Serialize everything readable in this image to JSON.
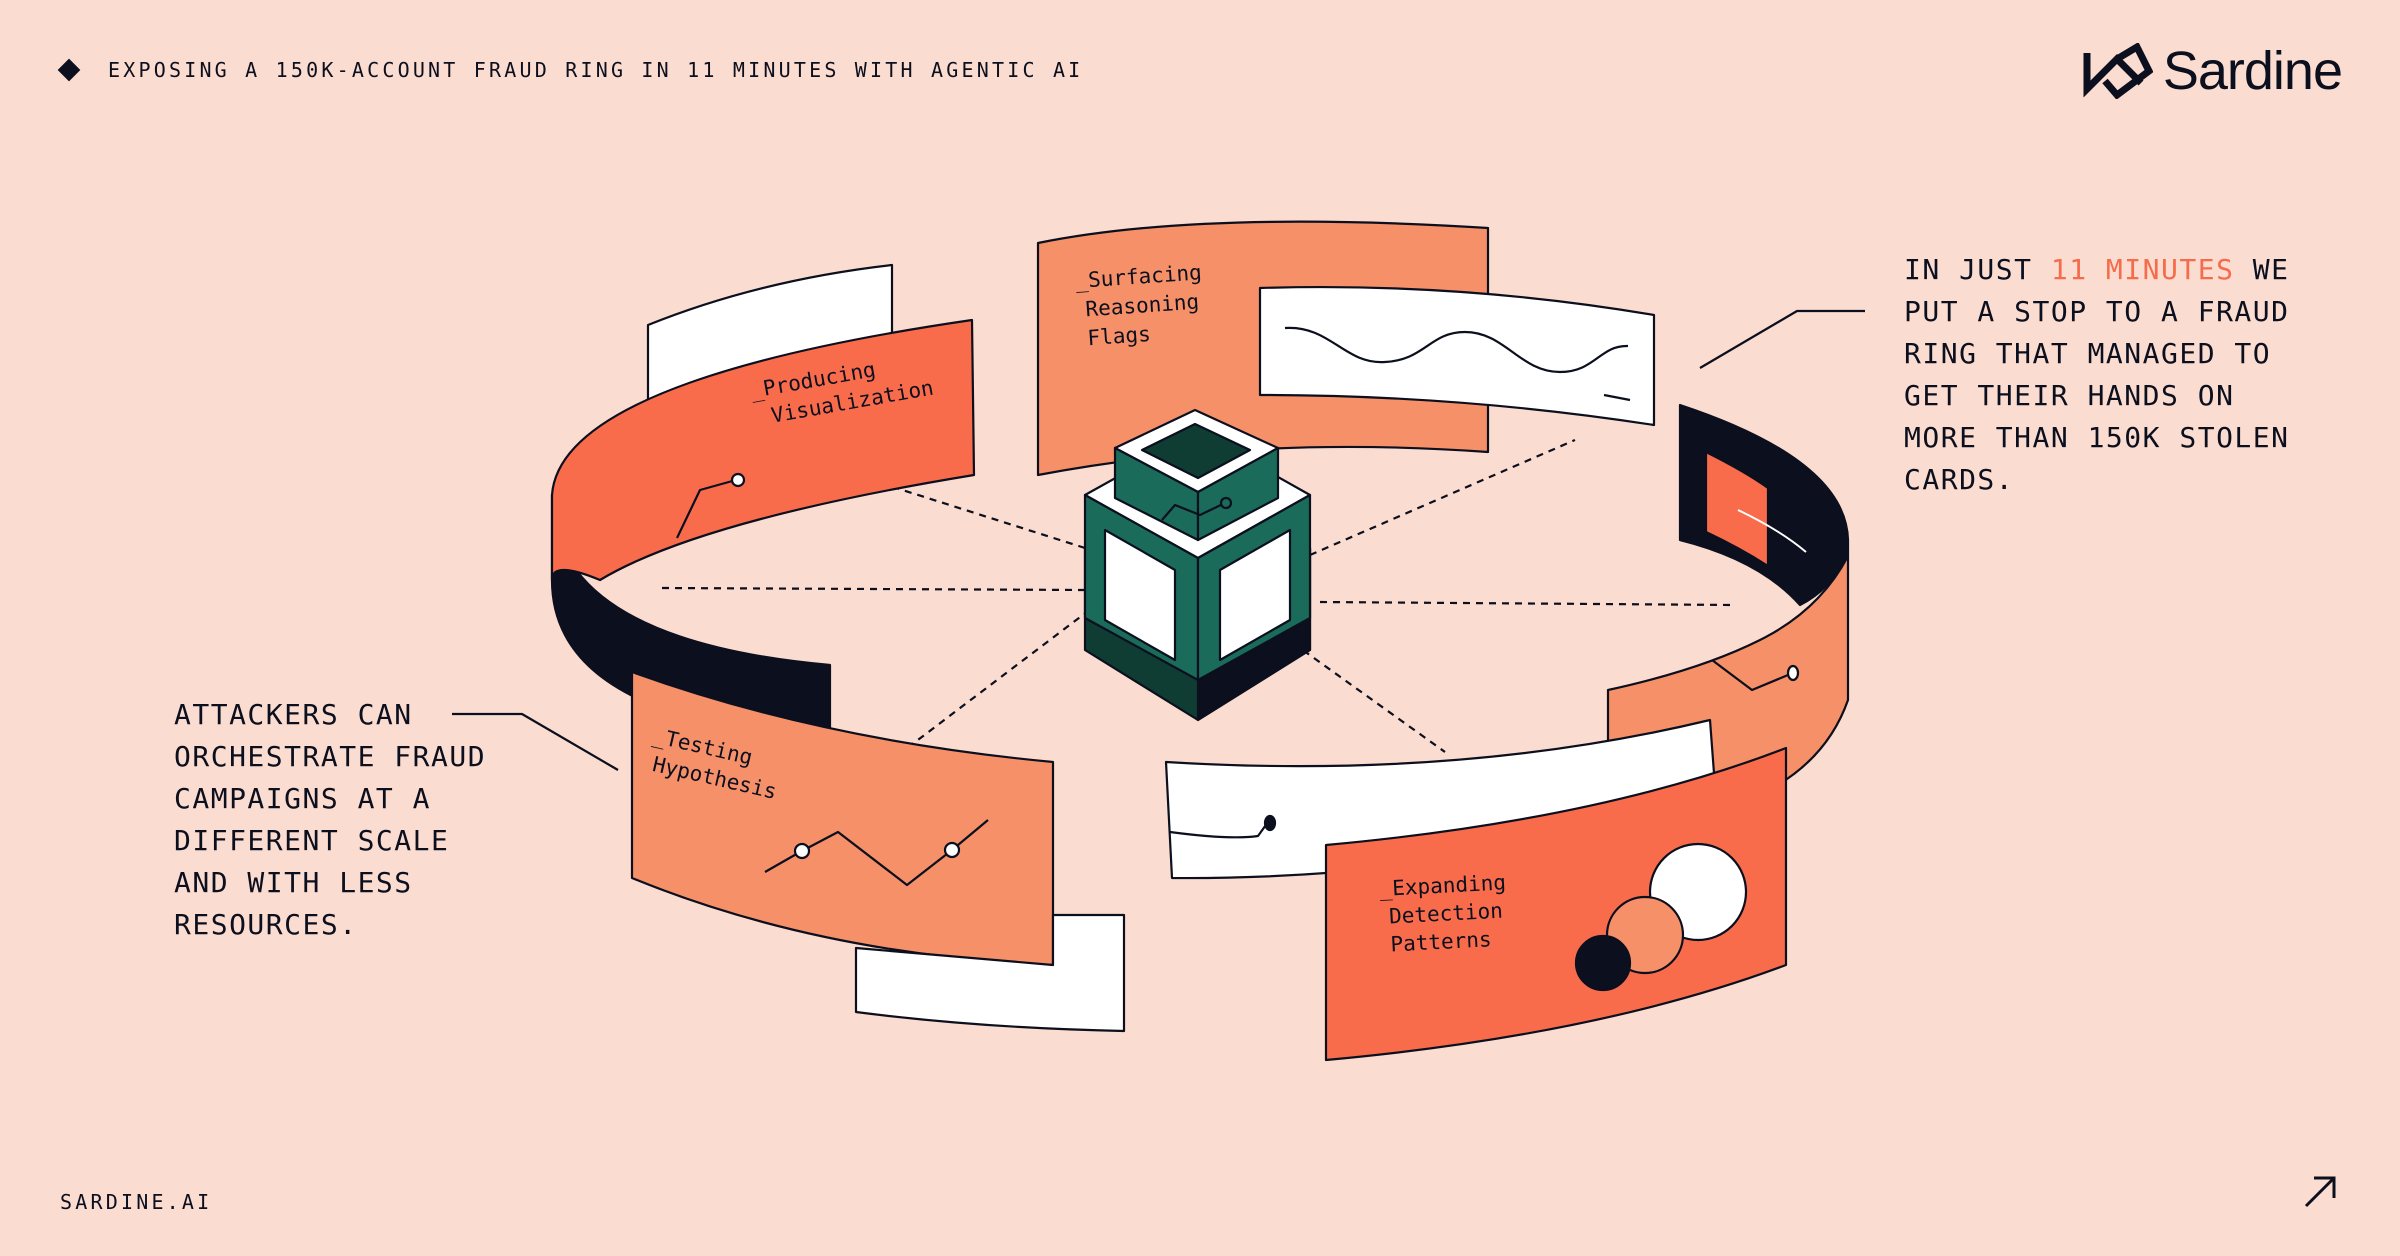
{
  "header": {
    "title": "EXPOSING A 150K-ACCOUNT FRAUD RING IN 11 MINUTES WITH AGENTIC AI",
    "logo_text": "Sardine"
  },
  "callouts": {
    "right": {
      "prefix": "IN JUST ",
      "highlight": "11 MINUTES",
      "rest": "WE PUT A STOP TO A FRAUD RING THAT MANAGED TO GET THEIR HANDS ON MORE THAN 150K STOLEN CARDS."
    },
    "left": "ATTACKERS CAN ORCHESTRATE FRAUD CAMPAIGNS AT A DIFFERENT SCALE AND WITH LESS RESOURCES."
  },
  "panels": {
    "surfacing": [
      "_Surfacing",
      "Reasoning",
      "Flags"
    ],
    "producing": [
      "_Producing",
      "Visualization"
    ],
    "testing": [
      "_Testing",
      "Hypothesis"
    ],
    "expanding": [
      "_Expanding",
      "Detection",
      "Patterns"
    ]
  },
  "footer": {
    "url": "SARDINE.AI"
  },
  "colors": {
    "background": "#fbdcd0",
    "coral": "#f96c4b",
    "salmon": "#f69068",
    "navy": "#0b0f1e",
    "teal": "#1a6b5a",
    "teal_dark": "#0f3d33",
    "white": "#ffffff"
  }
}
